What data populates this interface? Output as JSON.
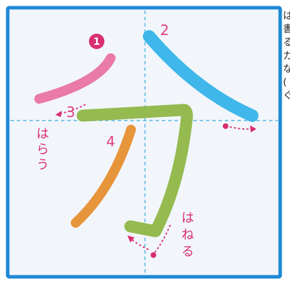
{
  "card": {
    "background": "#f2f6fb",
    "border_color": "#1e88d6",
    "guide_color": "#57b7e6"
  },
  "strokes": [
    {
      "order": "1",
      "badge": "❶",
      "color": "#ea7aa6"
    },
    {
      "order": "2",
      "color": "#3fb7ea"
    },
    {
      "order": "3",
      "color": "#8fb646"
    },
    {
      "order": "4",
      "color": "#e7953a"
    }
  ],
  "annotations": {
    "harau": "はらう",
    "haneru": "はねる",
    "accent_color": "#d92d70"
  },
  "side_text": [
    "は",
    "書",
    "る",
    "ガ",
    "な",
    "(",
    "ぐ"
  ]
}
